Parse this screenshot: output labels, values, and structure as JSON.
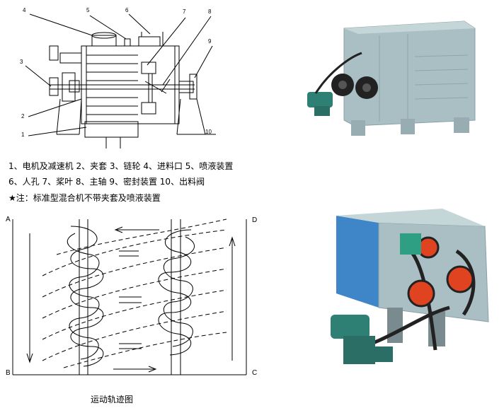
{
  "schematic": {
    "callouts": [
      "1",
      "2",
      "3",
      "4",
      "5",
      "6",
      "7",
      "8",
      "9",
      "10"
    ]
  },
  "legend": {
    "line1": "1、电机及减速机   2、夹套   3、链轮   4、进料口   5、喷液装置",
    "line2": "6、人孔   7、桨叶   8、主轴   9、密封装置   10、出料阀",
    "note": "★注：标准型混合机不带夹套及喷液装置"
  },
  "motion": {
    "corners": {
      "a": "A",
      "b": "B",
      "c": "C",
      "d": "D"
    },
    "caption": "运动轨迹图"
  },
  "colors": {
    "machine_body": "#a9bfc4",
    "machine_blue": "#3f86c9",
    "sprocket_red": "#e0431f",
    "motor_green": "#2e7f74"
  }
}
